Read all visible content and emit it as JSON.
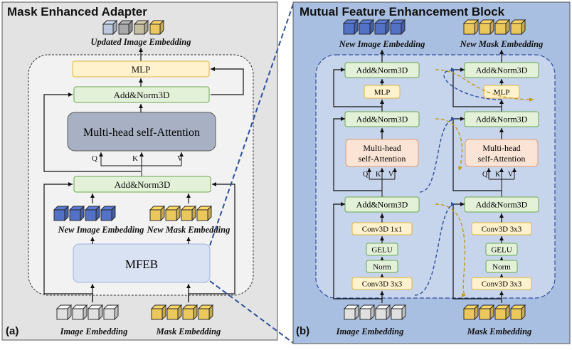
{
  "panel_a": {
    "title": "Mask Enhanced Adapter",
    "tag": "(a)",
    "updated_label": "Updated Image Embedding",
    "mlp": "MLP",
    "addnorm_top": "Add&Norm3D",
    "attention": "Multi-head self-Attention",
    "q": "Q",
    "k": "K",
    "v": "V",
    "addnorm_bottom": "Add&Norm3D",
    "new_image_label": "New Image Embedding",
    "new_mask_label": "New Mask Embedding",
    "mfeb": "MFEB",
    "image_label": "Image Embedding",
    "mask_label": "Mask Embedding"
  },
  "panel_b": {
    "title": "Mutual Feature Enhancement Block",
    "tag": "(b)",
    "new_image_label": "New Image Embedding",
    "new_mask_label": "New Mask Embedding",
    "left": {
      "addnorm1": "Add&Norm3D",
      "mlp": "MLP",
      "addnorm2": "Add&Norm3D",
      "attn1": "Multi-head",
      "attn2": "self-Attention",
      "q": "Q",
      "k": "K",
      "v": "V",
      "addnorm3": "Add&Norm3D",
      "conv1": "Conv3D 1x1",
      "gelu": "GELU",
      "norm": "Norm",
      "conv2": "Conv3D 3x3"
    },
    "right": {
      "addnorm1": "Add&Norm3D",
      "mlp": "MLP",
      "addnorm2": "Add&Norm3D",
      "attn1": "Multi-head",
      "attn2": "self-Attention",
      "q": "Q",
      "k": "K",
      "v": "V",
      "addnorm3": "Add&Norm3D",
      "conv1": "Conv3D 3x3",
      "gelu": "GELU",
      "norm": "Norm",
      "conv2": "Conv3D 3x3"
    },
    "image_label": "Image Embedding",
    "mask_label": "Mask Embedding"
  },
  "colors": {
    "panel_a_bg": "#e3e3e3",
    "panel_b_bg": "#a9bfe1",
    "inner_bg": "#f2f2f2",
    "inner_b_bg": "#c6d4ec",
    "green_box": "#e4f1d9",
    "green_border": "#6aa84f",
    "yellow_box": "#fff2cc",
    "yellow_border": "#e3b341",
    "attn_box": "#a7b1c3",
    "orange_box": "#fbe4d5",
    "orange_border": "#e69a6e",
    "mfeb_box": "#d9e2f3",
    "blue_cube": "#5a7bd6",
    "yellow_cube": "#ffd966",
    "tan_cube": "#d8ceb0",
    "gray_cube": "#b8b8b8",
    "white_cube": "#f4f4f4",
    "gold_arrow": "#c59a1b",
    "blue_dash": "#2e4f9e"
  }
}
